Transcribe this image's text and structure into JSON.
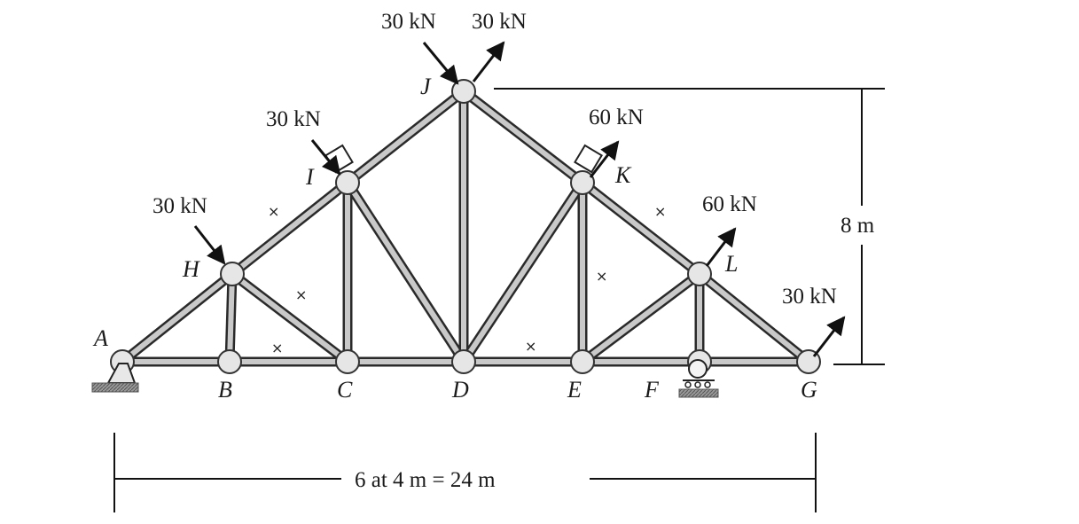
{
  "nodes": {
    "A": "A",
    "B": "B",
    "C": "C",
    "D": "D",
    "E": "E",
    "F": "F",
    "G": "G",
    "H": "H",
    "I": "I",
    "J": "J",
    "K": "K",
    "L": "L"
  },
  "loads": {
    "j_left": "30 kN",
    "j_right": "30 kN",
    "i": "30 kN",
    "h": "30 kN",
    "k": "60 kN",
    "l": "60 kN",
    "g": "30 kN"
  },
  "dimensions": {
    "span": "6 at 4 m = 24 m",
    "height": "8 m"
  },
  "marks": {
    "x": "×"
  }
}
